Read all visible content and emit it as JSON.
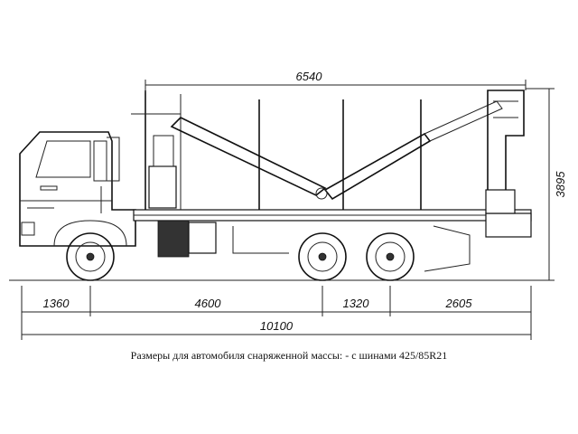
{
  "dimensions": {
    "crane_reach": "6540",
    "height": "3895",
    "front_overhang": "1360",
    "wheelbase_front": "4600",
    "bogie": "1320",
    "rear_overhang": "2605",
    "overall_length": "10100"
  },
  "caption": "Размеры для автомобиля снаряженной массы: - с шинами 425/85R21"
}
